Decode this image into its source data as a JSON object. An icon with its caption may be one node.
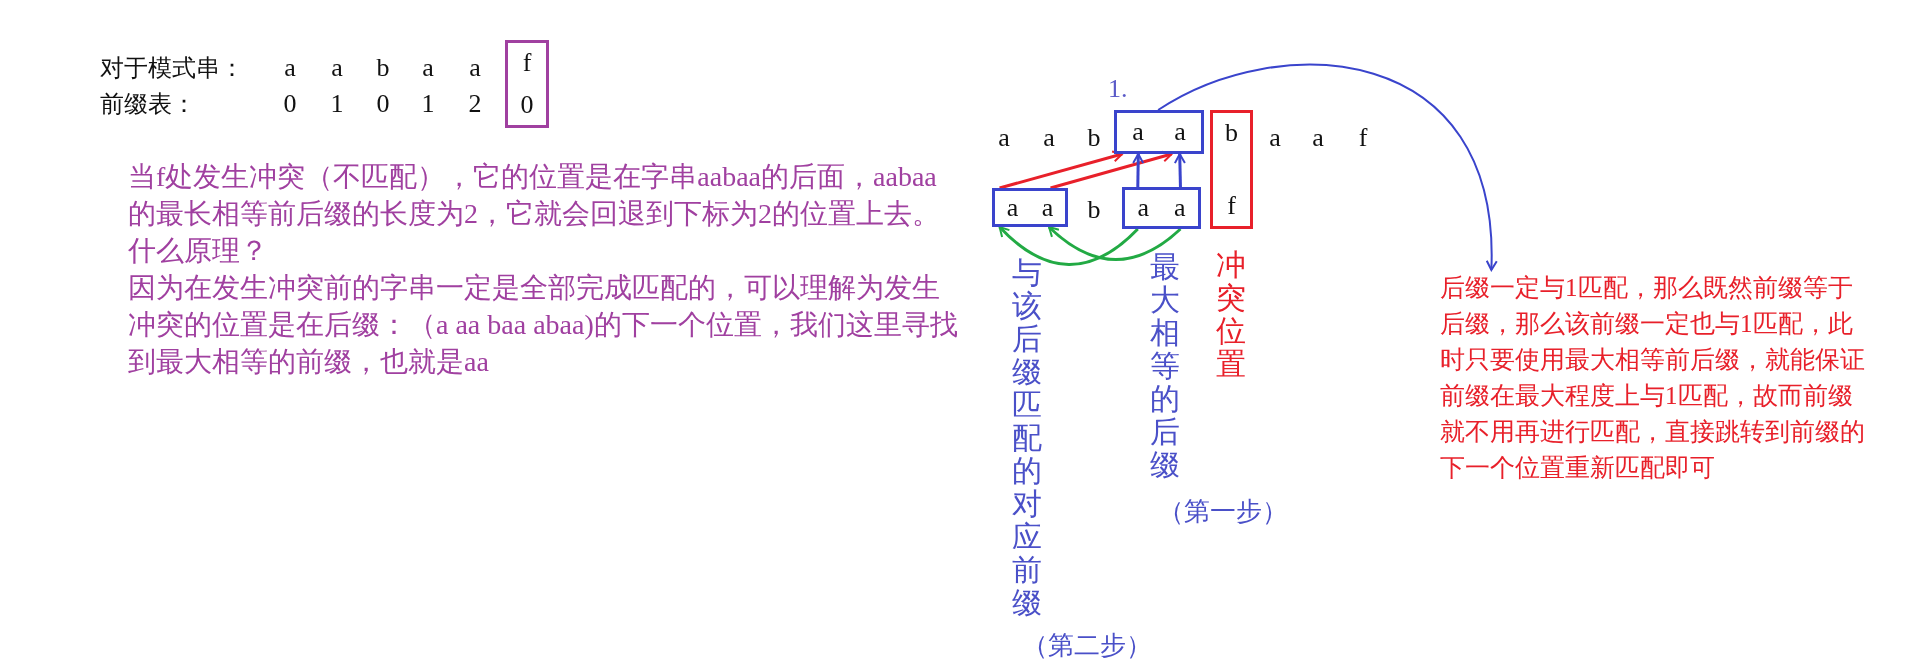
{
  "diagram": {
    "nodes": [
      {
        "text": [
          "f",
          "0"
        ]
      },
      {
        "text": [
          "a",
          "a"
        ]
      },
      {
        "text": [
          "b",
          "f"
        ]
      },
      {
        "text": [
          "a",
          "a"
        ]
      },
      {
        "text": [
          "a",
          "a"
        ]
      },
      {
        "text": [
          "后缀一定与1匹配，那么既然前缀等于后缀，那么该前缀一定也与1匹配，此时只要使用最大相等前后缀，就能保证前缀在最大程度上与1匹配，故而前缀就不用再进行匹配，直接跳转到前缀的下一个位置重新匹配即可"
        ]
      }
    ],
    "edges": [
      {
        "from": 3,
        "to": 1,
        "arrow": "to",
        "color": "#e8202a"
      },
      {
        "from": 3,
        "to": 1,
        "arrow": "to",
        "color": "#e8202a"
      },
      {
        "from": 4,
        "to": 1,
        "arrow": "to"
      },
      {
        "from": 4,
        "to": 1,
        "arrow": "to"
      },
      {
        "from": 4,
        "to": 3,
        "arrow": "to",
        "color": "#22aa44"
      },
      {
        "from": 4,
        "to": 3,
        "arrow": "to",
        "color": "#22aa44"
      },
      {
        "from": 1,
        "to": 5,
        "arrow": "to"
      }
    ],
    "labels": [
      "对于模式串：",
      "a",
      "a",
      "b",
      "a",
      "a",
      "前缀表：",
      "0",
      "1",
      "0",
      "1",
      "2",
      "当f处发生冲突（不匹配），它的位置是在字串aabaa的后面，aabaa的最长相等前后缀的长度为2，它就会回退到下标为2的位置上去。什么原理？",
      "因为在发生冲突前的字串一定是全部完成匹配的，可以理解为发生冲突的位置是在后缀：（a aa baa abaa)的下一个位置，我们这里寻找到最大相等的前缀，也就是aa",
      "1.",
      "a",
      "a",
      "b",
      "a",
      "a",
      "f",
      "b",
      "与该后缀匹配的对应前缀",
      "（第二步）",
      "最大相等的后缀",
      "（第一步）",
      "冲突位置"
    ]
  }
}
